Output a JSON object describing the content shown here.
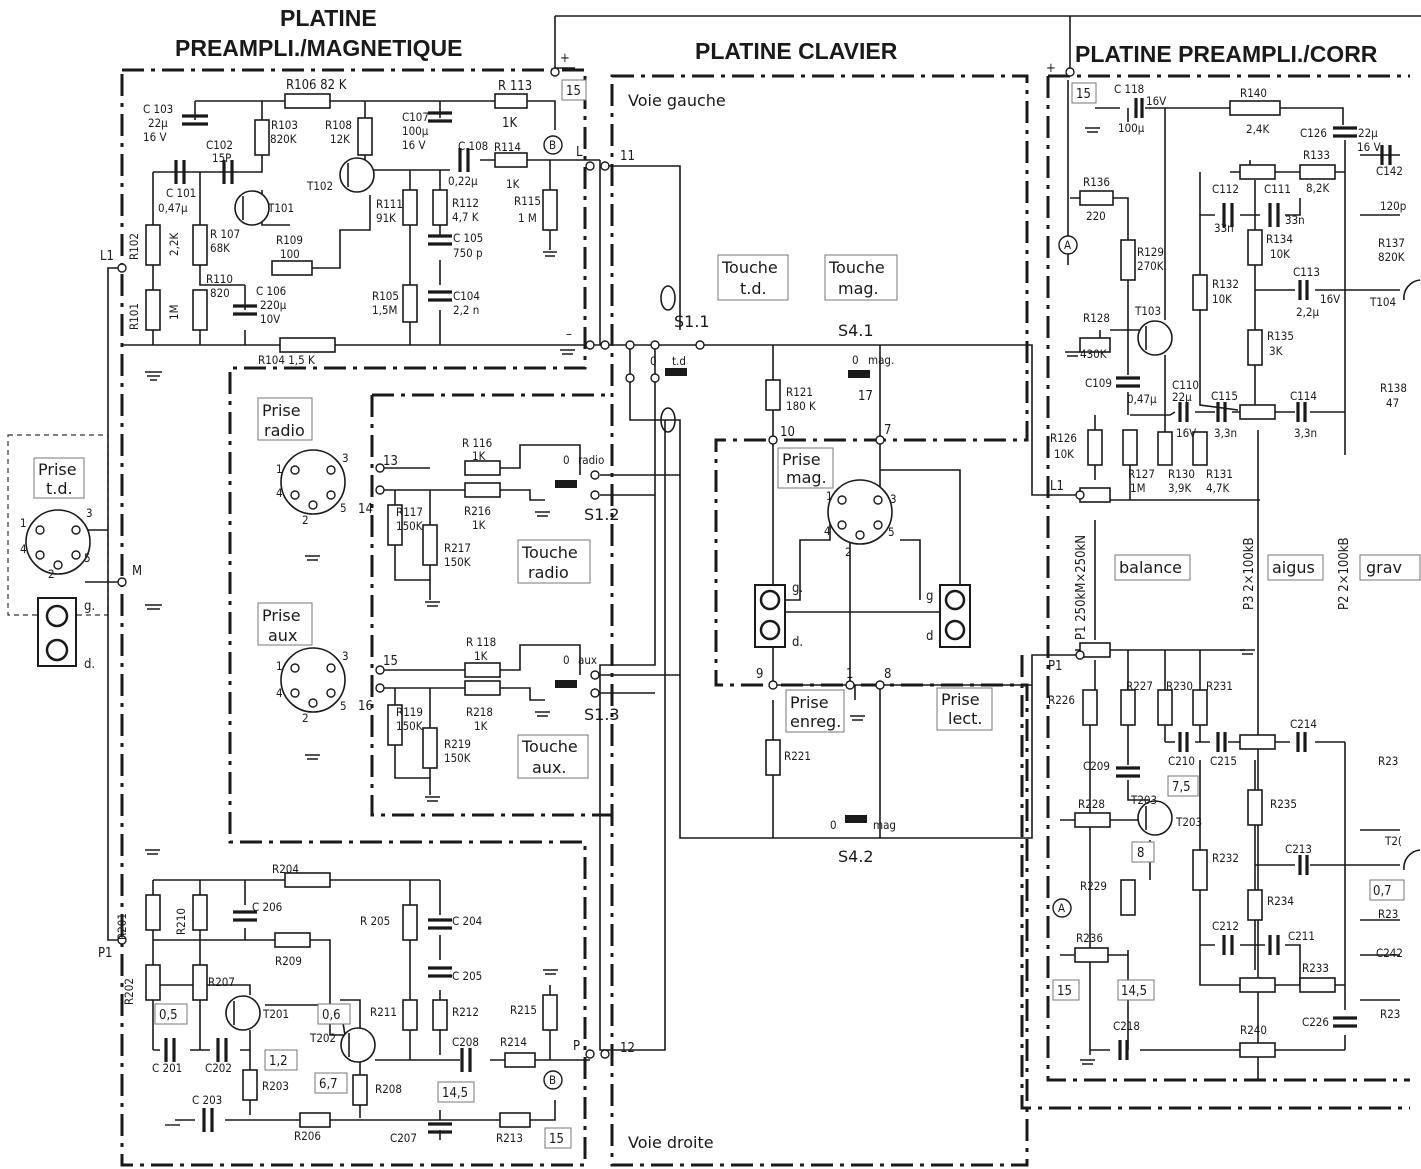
{
  "titles": {
    "platine_1": "PLATINE",
    "platine_2": "PREAMPLI./MAGNETIQUE",
    "clavier": "PLATINE CLAVIER",
    "corr": "PLATINE PREAMPLI./CORR"
  },
  "channels": {
    "left": "Voie gauche",
    "right": "Voie droite"
  },
  "touches": {
    "td": [
      "Touche",
      "t.d."
    ],
    "mag": [
      "Touche",
      "mag."
    ],
    "radio": [
      "Touche",
      "radio"
    ],
    "aux": [
      "Touche",
      "aux."
    ]
  },
  "prises": {
    "td": [
      "Prise",
      "t.d."
    ],
    "radio": [
      "Prise",
      "radio"
    ],
    "aux": [
      "Prise",
      "aux"
    ],
    "mag": [
      "Prise",
      "mag."
    ],
    "enreg": [
      "Prise",
      "enreg."
    ],
    "lect": [
      "Prise",
      "lect."
    ]
  },
  "controls": {
    "balance": "balance",
    "aigus": "aigus",
    "graves": "grav"
  },
  "pots": {
    "p1": "P1  250kM×250kN",
    "p3": "P3  2×100kB",
    "p2": "P2  2×100kB"
  },
  "switches": {
    "s11": "S1.1",
    "s12": "S1.2",
    "s13": "S1.3",
    "s41": "S4.1",
    "s42": "S4.2"
  },
  "switch_positions": {
    "zero": "0",
    "td": "t.d",
    "radio": "radio",
    "aux": "aux",
    "mag": "mag",
    "mag_dot": "mag."
  },
  "nodes": {
    "n11": "11",
    "n12": "12",
    "n13": "13",
    "n14": "14",
    "n15": "15",
    "n16": "16",
    "n17": "17",
    "n10": "10",
    "n7": "7",
    "n9": "9",
    "n1": "1",
    "n8": "8",
    "L": "L",
    "P": "P",
    "L1": "L1",
    "M": "M",
    "P1": "P1",
    "B": "B",
    "A": "A",
    "g": "g.",
    "d": "d.",
    "g2": "g",
    "d2": "d",
    "plus": "+",
    "minus": "–",
    "pin2": "2",
    "pin3": "3",
    "pin4": "4",
    "pin1": "1",
    "pin5": "5"
  },
  "voltages": {
    "v15": "15",
    "v05": "0,5",
    "v06": "0,6",
    "v12": "1,2",
    "v67": "6,7",
    "v145": "14,5",
    "v75": "7,5",
    "v8": "8",
    "v07": "0,7"
  },
  "components_magnetique": {
    "R106": "R106  82 K",
    "R113": "R 113",
    "R113v": "1K",
    "C103": "C 103",
    "C103v1": "22μ",
    "C103v2": "16 V",
    "R103": "R103",
    "R103v": "820K",
    "R108": "R108",
    "R108v": "12K",
    "C107": "C107",
    "C107v1": "100μ",
    "C107v2": "16 V",
    "C102": "C102",
    "C102v": "15P",
    "C101": "C 101",
    "C101v": "0,47μ",
    "T101": "T101",
    "T102": "T102",
    "C108": "C 108",
    "C108v": "0,22μ",
    "R114": "R114",
    "R114v": "1K",
    "R115": "R115",
    "R115v": "1 M",
    "R102": "R102",
    "R102v": "2,2K",
    "R107": "R 107",
    "R107v": "68K",
    "R109": "R109",
    "R109v": "100",
    "R111": "R111",
    "R111v": "91K",
    "R112": "R112",
    "R112v": "4,7 K",
    "C105": "C 105",
    "C105v": "750 p",
    "R110": "R110",
    "R110v": "820",
    "C106": "C 106",
    "C106v1": "220μ",
    "C106v2": "10V",
    "R101": "R101",
    "R101v": "1M",
    "R105": "R105",
    "R105v": "1,5M",
    "C104": "C104",
    "C104v": "2,2 n",
    "R104": "R104  1,5 K"
  },
  "components_inputs": {
    "R116": "R 116",
    "R116v": "1K",
    "R216": "R216",
    "R216v": "1K",
    "R117": "R117",
    "R117v": "150K",
    "R217": "R217",
    "R217v": "150K",
    "R118": "R 118",
    "R118v": "1K",
    "R218": "R218",
    "R218v": "1K",
    "R119": "R119",
    "R119v": "150K",
    "R219": "R219",
    "R219v": "150K",
    "R121": "R121",
    "R121v": "180 K",
    "R221": "R221"
  },
  "components_right": {
    "R204": "R204",
    "C206": "C 206",
    "R205": "R 205",
    "C204": "C 204",
    "R201": "R201",
    "R210": "R210",
    "R209": "R209",
    "C205": "C 205",
    "R202": "R202",
    "R207": "R207",
    "T201": "T201",
    "T202": "T202",
    "R211": "R211",
    "R212": "R212",
    "R215": "R215",
    "C201": "C 201",
    "C202": "C202",
    "C208": "C208",
    "R214": "R214",
    "R203": "R203",
    "R208": "R208",
    "C203": "C 203",
    "R206": "R206",
    "C207": "C207",
    "R213": "R213"
  },
  "components_corr": {
    "C118": "C 118",
    "C118v1": "16V",
    "C118v2": "100μ",
    "R140": "R140",
    "R140v": "2,4K",
    "C126": "C126",
    "C126v1": "22μ",
    "C126v2": "16 V",
    "R133": "R133",
    "R133v": "8,2K",
    "C142": "C142",
    "C142v": "120p",
    "R136": "R136",
    "R136v": "220",
    "C112": "C112",
    "C112v": "33n",
    "C111": "C111",
    "C111v": "33n",
    "R134": "R134",
    "R134v": "10K",
    "R137": "R137",
    "R137v": "820K",
    "R129": "R129",
    "R129v": "270K",
    "C113": "C113",
    "C113v1": "16V",
    "C113v2": "2,2μ",
    "T104": "T104",
    "R132": "R132",
    "R132v": "10K",
    "R128": "R128",
    "R128v": "430K",
    "T103": "T103",
    "R135": "R135",
    "R135v": "3K",
    "C109": "C109",
    "C109v": "0,47μ",
    "C110": "C110",
    "C110v1": "22μ",
    "C110v2": "16V",
    "C115": "C115",
    "C115v": "3,3n",
    "C114": "C114",
    "C114v": "3,3n",
    "R138": "R138",
    "R138v": "47",
    "R126": "R126",
    "R126v": "10K",
    "R127": "R127",
    "R127v": "1M",
    "R130": "R130",
    "R130v": "3,9K",
    "R131": "R131",
    "R131v": "4,7K",
    "R226": "R226",
    "R227": "R227",
    "R230": "R230",
    "R231": "R231",
    "C214": "C214",
    "R23x": "R23",
    "C209": "C209",
    "C210": "C210",
    "C215": "C215",
    "R228": "R228",
    "T203": "T203",
    "R235": "R235",
    "R232": "R232",
    "C213": "C213",
    "T20x": "T2(",
    "R229": "R229",
    "R234": "R234",
    "R23y": "R23",
    "C212": "C212",
    "C211": "C211",
    "C242": "C242",
    "R236": "R236",
    "R233": "R233",
    "R23z": "R23",
    "C218": "C218",
    "R240": "R240",
    "C226": "C226"
  },
  "colors": {
    "ink": "#1a1a1a",
    "paper": "#ffffff",
    "label_box": "#777777"
  }
}
